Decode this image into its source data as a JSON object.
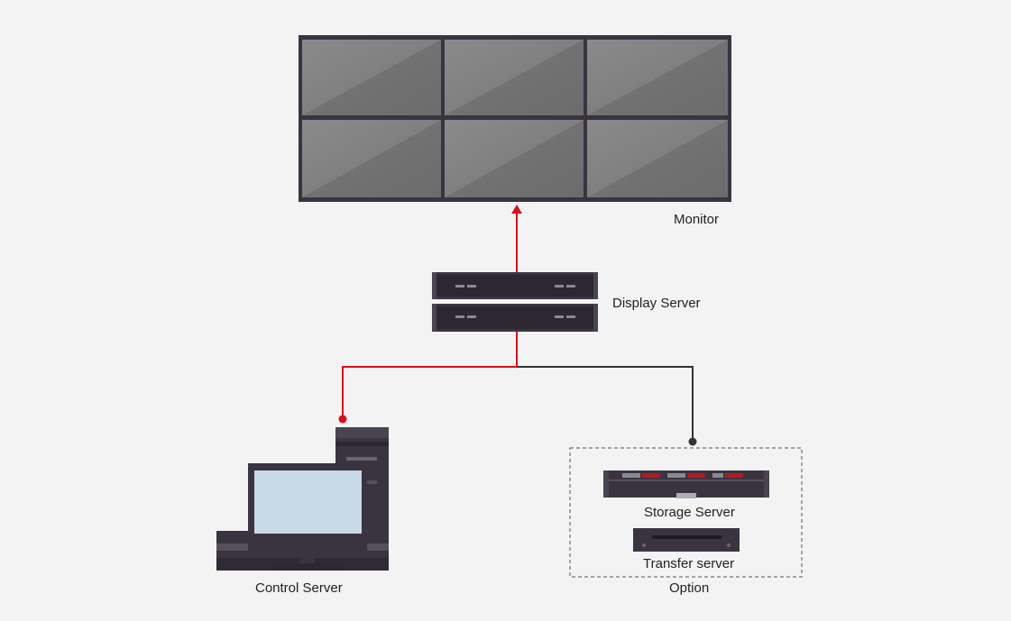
{
  "labels": {
    "monitor": "Monitor",
    "display_server": "Display Server",
    "control_server": "Control Server",
    "storage_server": "Storage Server",
    "transfer_server": "Transfer server",
    "option": "Option"
  },
  "colors": {
    "background": "#f3f3f3",
    "active_connection": "#d9101c",
    "inactive_connection": "#333333",
    "device_body": "#3a3440",
    "screen_panel": "#7a7a7a",
    "pc_screen": "#c8d9e6",
    "option_border": "#555555"
  },
  "icons": {
    "monitor": "video-wall-icon",
    "display_server": "rack-server-icon",
    "control_server": "desktop-pc-icon",
    "storage_server": "storage-rack-icon",
    "transfer_server": "transfer-box-icon"
  }
}
